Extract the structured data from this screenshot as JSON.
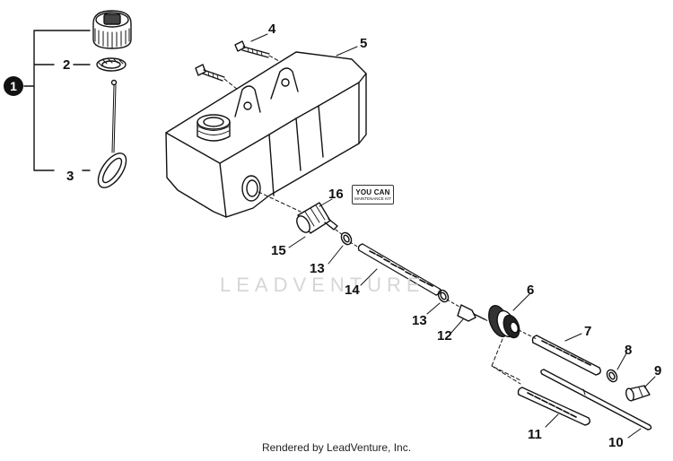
{
  "diagram": {
    "assembly_badge": "1",
    "callouts": {
      "c2": "2",
      "c3": "3",
      "c4": "4",
      "c5": "5",
      "c6": "6",
      "c7": "7",
      "c8": "8",
      "c9": "9",
      "c10": "10",
      "c11": "11",
      "c12": "12",
      "c13a": "13",
      "c13b": "13",
      "c14": "14",
      "c15": "15",
      "c16": "16"
    },
    "kit_logo": {
      "line1": "YOU CAN",
      "line2": "MAINTENANCE KIT"
    },
    "watermark": "LEADVENTURE",
    "credit": "Rendered by LeadVenture, Inc."
  }
}
